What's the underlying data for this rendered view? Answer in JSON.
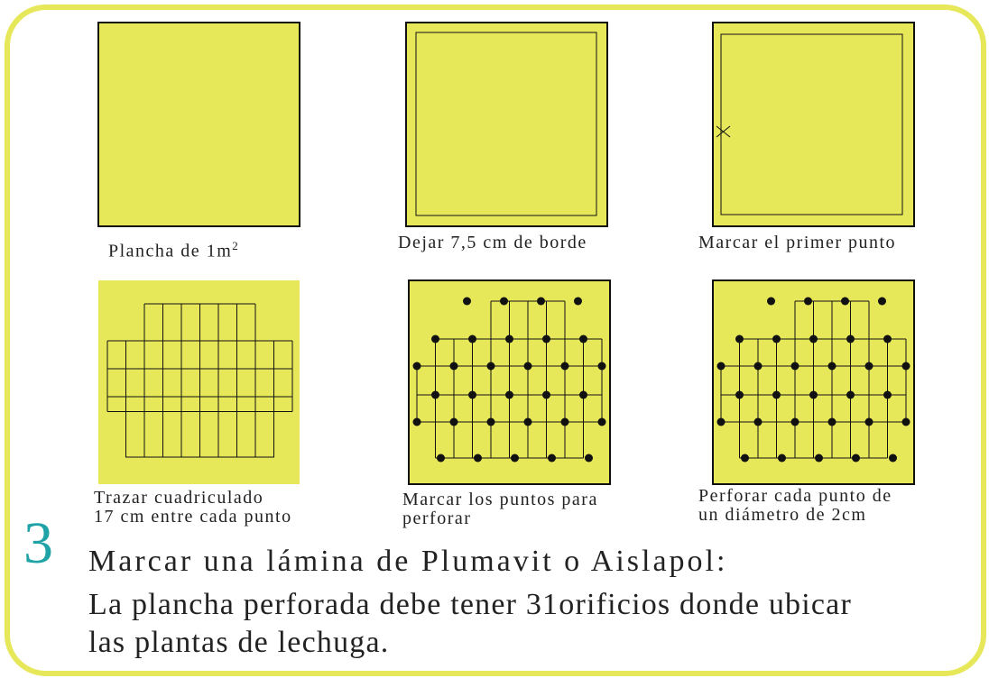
{
  "colors": {
    "plate": "#e6e85a",
    "frame": "#e6e85a",
    "accent": "#1fa3a6",
    "line": "#111111"
  },
  "panels": [
    {
      "caption": "Plancha de 1m",
      "caption_sup": "2"
    },
    {
      "caption": "Dejar 7,5 cm de borde"
    },
    {
      "caption": "Marcar el primer punto"
    },
    {
      "caption_line1": "Trazar cuadriculado",
      "caption_line2": "17 cm entre cada punto"
    },
    {
      "caption_line1": "Marcar los puntos para",
      "caption_line2": "perforar"
    },
    {
      "caption_line1": "Perforar cada punto de",
      "caption_line2": "un diámetro de 2cm"
    }
  ],
  "step": {
    "number": "3",
    "title": "Marcar una lámina de Plumavit o Aislapol:",
    "line2": "La plancha perforada debe tener 31orificios donde ubicar",
    "line3": "las plantas de lechuga."
  }
}
